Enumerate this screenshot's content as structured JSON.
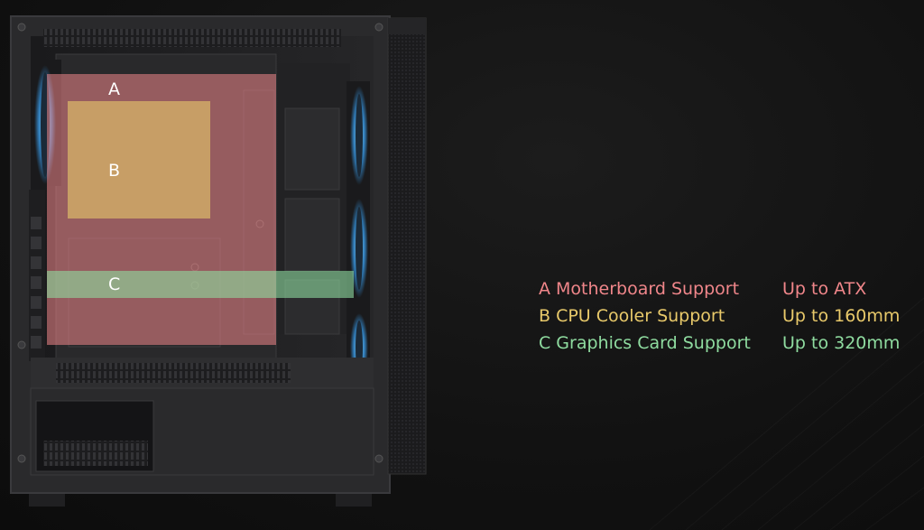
{
  "colors": {
    "background": "#121212",
    "motherboard": "#f0868a",
    "cpu_cooler": "#e8c96a",
    "graphics_card": "#8fdca0",
    "fan_glow": "#3aa8ff",
    "case_frame": "#2a2a2c"
  },
  "zones": {
    "a": "A",
    "b": "B",
    "c": "C"
  },
  "specs": [
    {
      "name": "A Motherboard Support",
      "value": "Up to ATX",
      "color": "#f0868a"
    },
    {
      "name": "B CPU Cooler Support",
      "value": "Up to 160mm",
      "color": "#e8c96a"
    },
    {
      "name": "C Graphics Card Support",
      "value": "Up to 320mm",
      "color": "#8fdca0"
    }
  ],
  "icons": {
    "case": "pc-case-illustration",
    "fans": "rgb-fan-icon"
  }
}
